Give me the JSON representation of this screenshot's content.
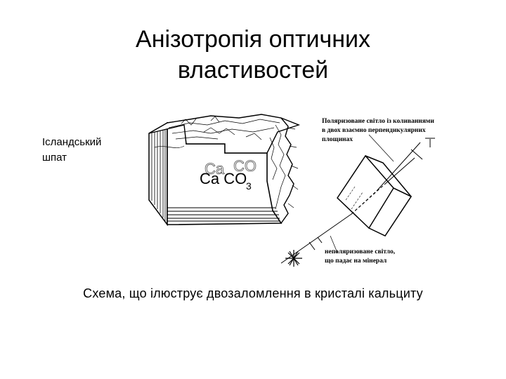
{
  "slide": {
    "title_line1": "Анізотропія оптичних",
    "title_line2": "властивостей",
    "spar_label_line1": "Ісландський",
    "spar_label_line2": "шпат",
    "formula": "Ca CO",
    "formula_sub": "3",
    "caption": "Схема, що ілюструє двозаломлення в кристалі кальциту"
  },
  "diagram": {
    "polarized_note_line1": "Поляризоване світло із коливаннями",
    "polarized_note_line2": "в двох взаємно перпендикулярних",
    "polarized_note_line3": "площинах",
    "unpolarized_note_line1": "неполяризоване світло,",
    "unpolarized_note_line2": "що падає на мінерал"
  }
}
